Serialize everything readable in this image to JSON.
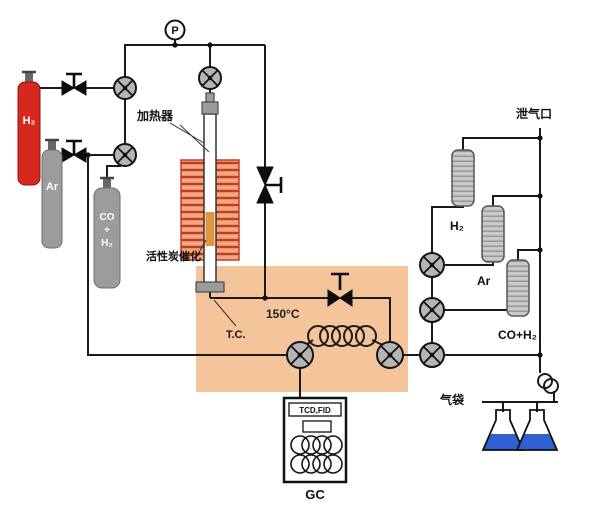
{
  "diagram": {
    "gauge_label": "P",
    "cylinders": {
      "h2": "H₂",
      "ar": "Ar",
      "co_h2_lines": [
        "CO",
        "+",
        "H₂"
      ]
    },
    "heater": {
      "label": "加热器",
      "catalyst_label": "活性炭催化",
      "thermocouple": "T.C.",
      "zone_temp": "150°C"
    },
    "right": {
      "vent": "泄气口",
      "columns": [
        {
          "label": "H₂"
        },
        {
          "label": "Ar"
        },
        {
          "label": "CO+H₂"
        }
      ],
      "gas_bag": "气袋"
    },
    "gc": {
      "detector": "TCD,FID",
      "label": "GC"
    },
    "colors": {
      "h2_red": "#d7281e",
      "cylinder_gray": "#9c9c9c",
      "heater_fill": "#f0a87e",
      "heater_line": "#c23b28",
      "catalyst": "#e2953f",
      "zone": "#f4c49a",
      "liquid": "#2f5fd0",
      "pipe": "#1a1a1a"
    }
  }
}
